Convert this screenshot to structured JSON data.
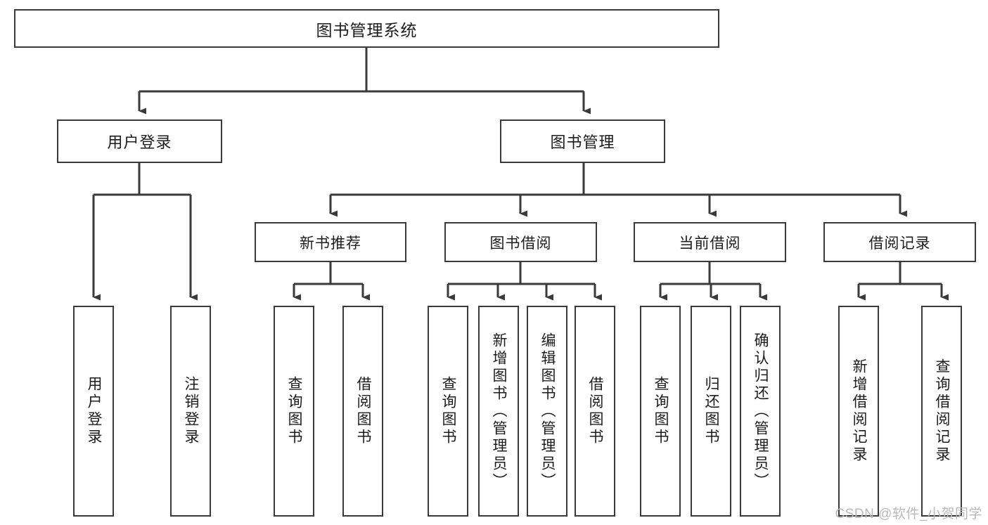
{
  "diagram": {
    "title": "图书管理系统",
    "watermark": "CSDN @软件_小贺同学",
    "root": {
      "label": "图书管理系统"
    },
    "level2": [
      {
        "label": "用户登录"
      },
      {
        "label": "图书管理"
      }
    ],
    "level3": [
      {
        "label": "新书推荐"
      },
      {
        "label": "图书借阅"
      },
      {
        "label": "当前借阅"
      },
      {
        "label": "借阅记录"
      }
    ],
    "leaves": [
      {
        "label": "用户登录"
      },
      {
        "label": "注销登录"
      },
      {
        "label": "查询图书"
      },
      {
        "label": "借阅图书"
      },
      {
        "label": "查询图书"
      },
      {
        "label": "新增图书（管理员）"
      },
      {
        "label": "编辑图书（管理员）"
      },
      {
        "label": "借阅图书"
      },
      {
        "label": "查询图书"
      },
      {
        "label": "归还图书"
      },
      {
        "label": "确认归还（管理员）"
      },
      {
        "label": "新增借阅记录"
      },
      {
        "label": "查询借阅记录"
      }
    ],
    "colors": {
      "stroke": "#3a3a3a",
      "text": "#1c1c1c",
      "background": "#ffffff",
      "watermark": "#b9b9b9"
    }
  }
}
